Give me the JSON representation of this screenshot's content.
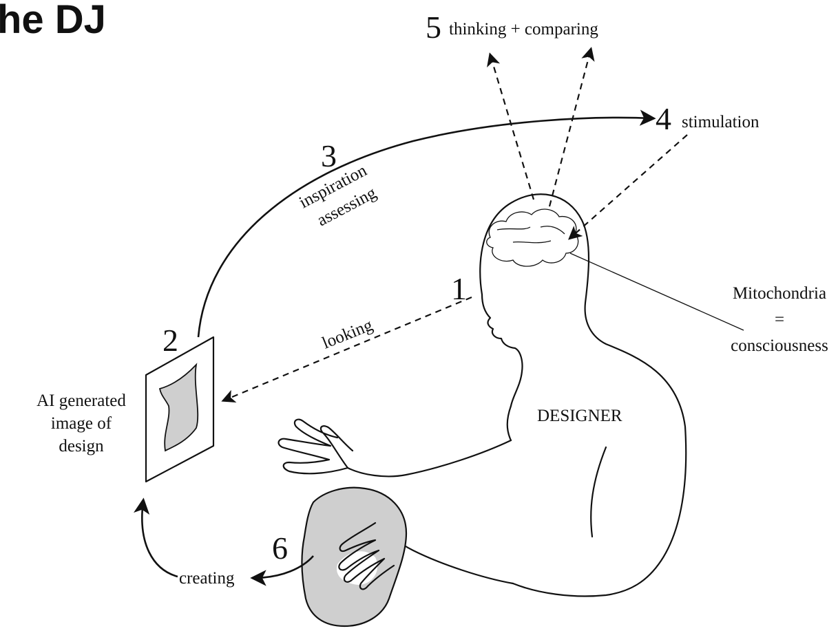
{
  "title": "he DJ",
  "steps": [
    {
      "number": "1",
      "label": "looking"
    },
    {
      "number": "2",
      "label": ""
    },
    {
      "number": "3",
      "label_line1": "inspiration",
      "label_line2": "assessing"
    },
    {
      "number": "4",
      "label": "stimulation"
    },
    {
      "number": "5",
      "label": "thinking + comparing"
    },
    {
      "number": "6",
      "label": "creating"
    }
  ],
  "ai_image_label": [
    "AI generated",
    "image of",
    "design"
  ],
  "designer_label": "DESIGNER",
  "mitochondria_label": [
    "Mitochondria",
    "=",
    "consciousness"
  ],
  "colors": {
    "ink": "#111111",
    "shade": "#cfcfcf",
    "background": "#ffffff"
  }
}
